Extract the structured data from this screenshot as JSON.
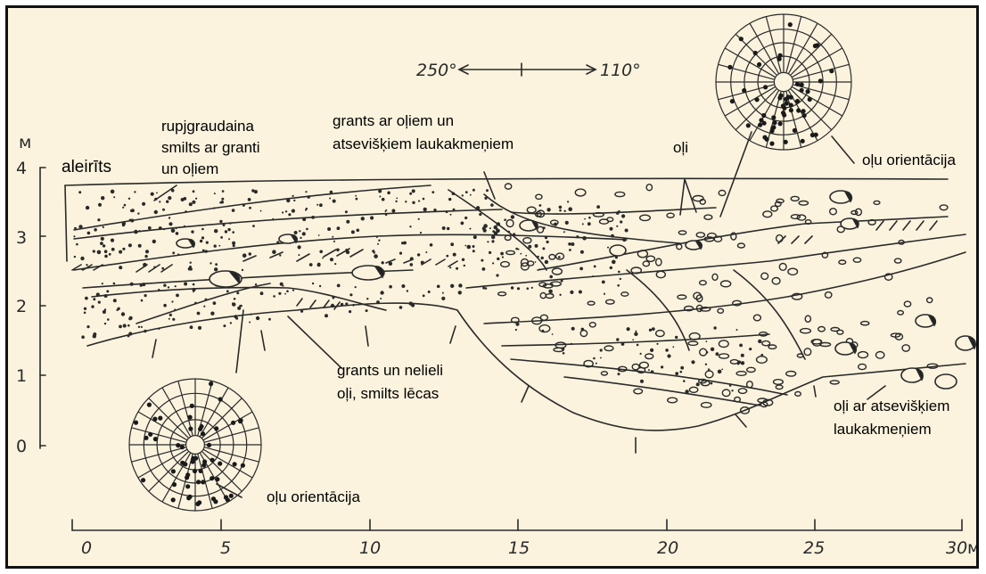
{
  "orientation": {
    "left": "250°",
    "right": "110°"
  },
  "height_axis": {
    "unit": "м",
    "ticks": [
      "4",
      "3",
      "2",
      "1",
      "0"
    ]
  },
  "distance_axis": {
    "ticks": [
      "0",
      "5",
      "10",
      "15",
      "20",
      "25",
      "30"
    ],
    "unit": "м"
  },
  "labels": {
    "aleirits": "aleirīts",
    "rupjgraudaina": [
      "rupjgraudaina",
      "smilts ar granti",
      "un oļiem"
    ],
    "grants_ar_oliem": [
      "grants ar oļiem un",
      "atsevišķiem laukakmeņiem"
    ],
    "oli": "oļi",
    "olu_orientacija_top": "oļu orientācija",
    "grants_un_nelieli": [
      "grants un nelieli",
      "oļi, smilts lēcas"
    ],
    "oli_ar_atseviskiem": [
      "oļi ar atsevišķiem",
      "laukakmeņiem"
    ],
    "olu_orientacija_bottom": "oļu orientācija"
  },
  "colors": {
    "paper": "#fbf3de",
    "ink": "#2a2a2a",
    "frame": "#111111"
  }
}
